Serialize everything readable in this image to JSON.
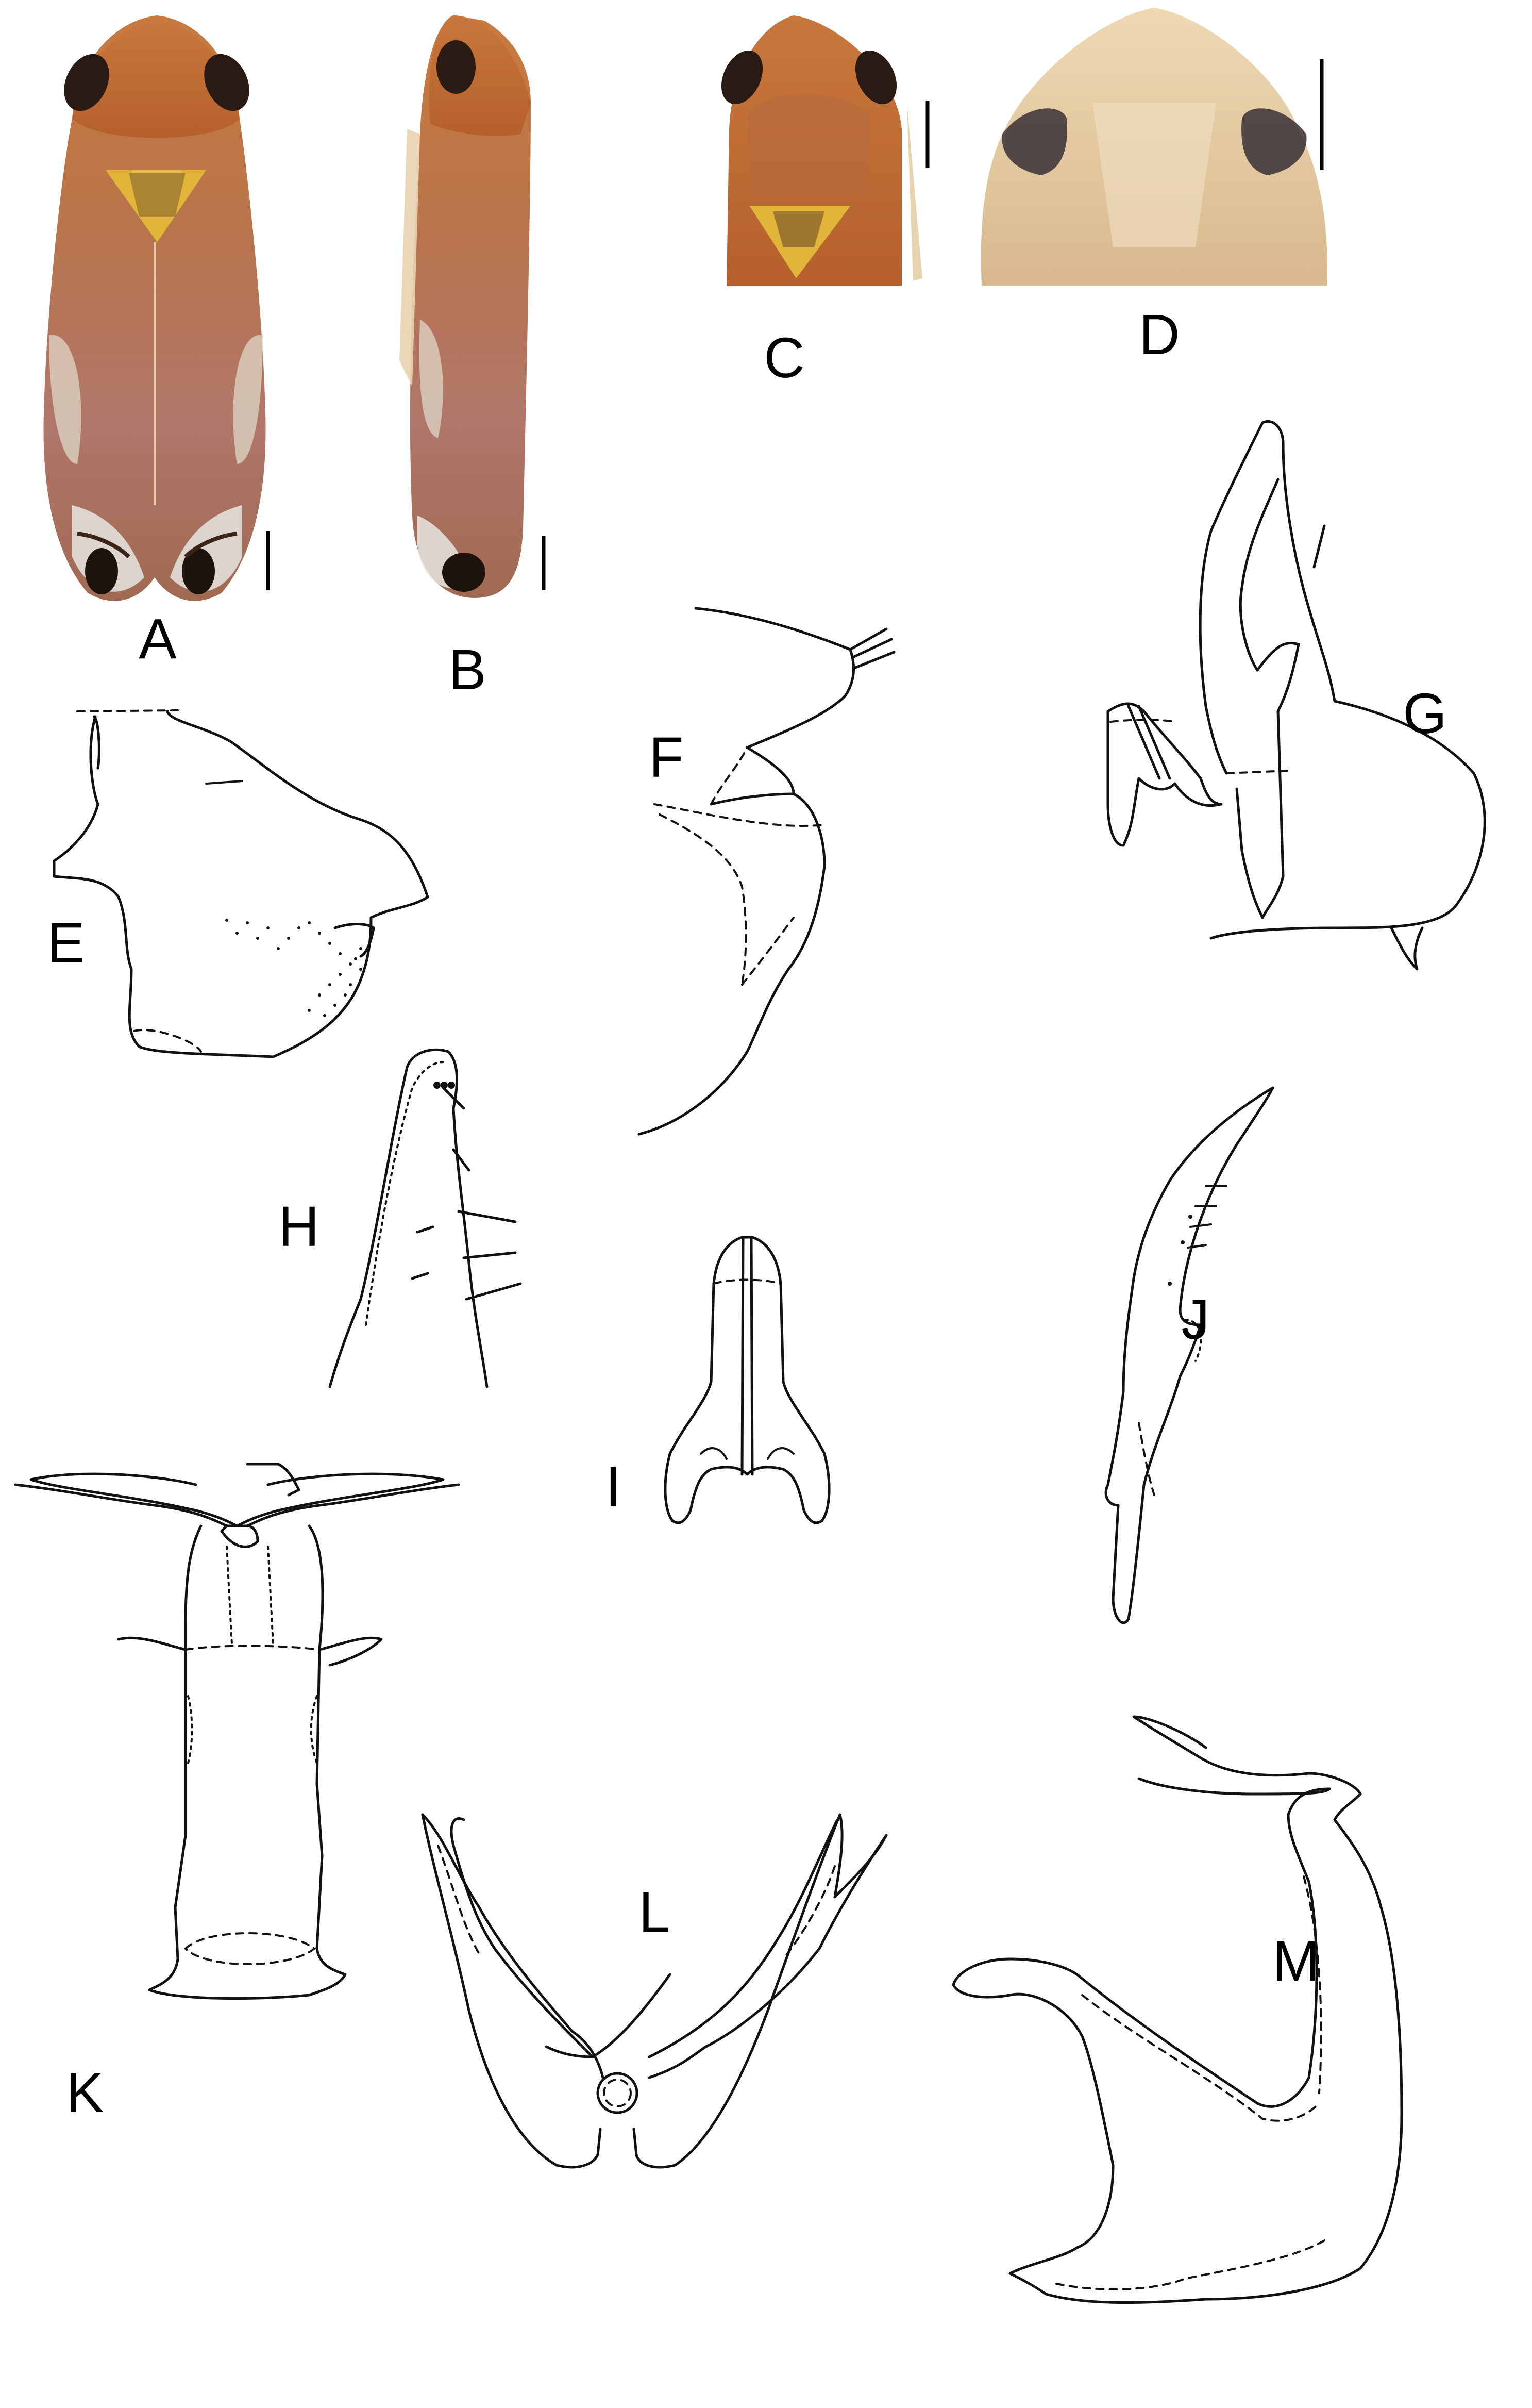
{
  "figure": {
    "description": "Plate of habitus photographs and genital illustrations of a leafhopper",
    "panels": [
      {
        "id": "A",
        "label": "A",
        "type": "photo",
        "view": "habitus, dorsal view"
      },
      {
        "id": "B",
        "label": "B",
        "type": "photo",
        "view": "habitus, lateral view"
      },
      {
        "id": "C",
        "label": "C",
        "type": "photo",
        "view": "head and thorax, dorsal view"
      },
      {
        "id": "D",
        "label": "D",
        "type": "photo",
        "view": "face"
      },
      {
        "id": "E",
        "label": "E",
        "type": "drawing",
        "view": "male pygofer, lateral view"
      },
      {
        "id": "F",
        "label": "F",
        "type": "drawing",
        "view": "pygofer process / subgenital plate"
      },
      {
        "id": "G",
        "label": "G",
        "type": "drawing",
        "view": "genital capsule, lateral view"
      },
      {
        "id": "H",
        "label": "H",
        "type": "drawing",
        "view": "subgenital plate apex with macrosetae"
      },
      {
        "id": "I",
        "label": "I",
        "type": "drawing",
        "view": "connective"
      },
      {
        "id": "J",
        "label": "J",
        "type": "drawing",
        "view": "style"
      },
      {
        "id": "K",
        "label": "K",
        "type": "drawing",
        "view": "aedeagus, ventral view"
      },
      {
        "id": "L",
        "label": "L",
        "type": "drawing",
        "view": "aedeagal processes, posterior view"
      },
      {
        "id": "M",
        "label": "M",
        "type": "drawing",
        "view": "aedeagus, lateral view"
      }
    ],
    "scale_bars": [
      {
        "panel": "A",
        "orientation": "vertical"
      },
      {
        "panel": "B",
        "orientation": "vertical"
      },
      {
        "panel": "C",
        "orientation": "vertical"
      },
      {
        "panel": "D",
        "orientation": "vertical"
      }
    ],
    "colors": {
      "background": "#ffffff",
      "ink": "#111111",
      "body_orange": "#c8733a",
      "body_brown": "#9a5a34",
      "wing_pale": "#d9d2c4",
      "eye_dark": "#2a1a14",
      "scutellum_yellow": "#e0b53a",
      "face_beige": "#e4cca6"
    }
  }
}
